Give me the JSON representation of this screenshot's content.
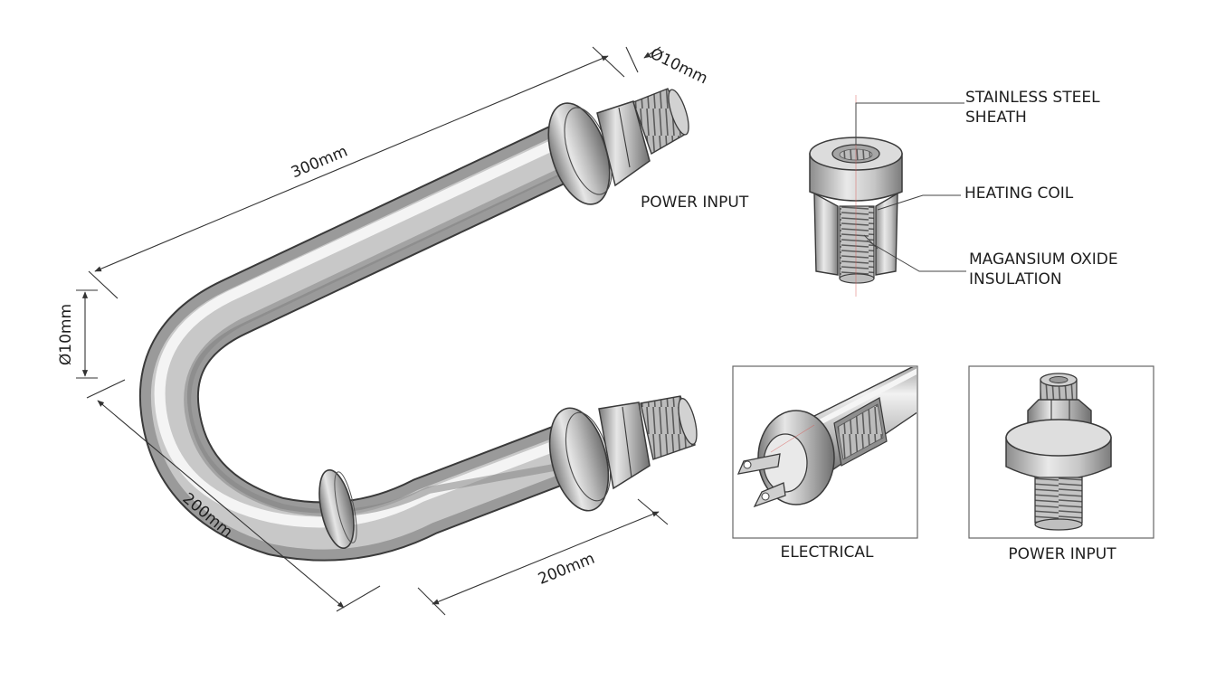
{
  "dimensions": {
    "length_top": "300mm",
    "diameter_top": "Ø10mm",
    "diameter_left": "Ø10mm",
    "length_left": "200mm",
    "length_bottom": "200mm"
  },
  "labels": {
    "power_input_main": "POWER INPUT",
    "sheath_line1": "STAINLESS STEEL",
    "sheath_line2": "SHEATH",
    "heating_coil": "HEATING COIL",
    "insulation_line1": "MAGANSIUM OXIDE",
    "insulation_line2": "INSULATION"
  },
  "detail_views": {
    "electrical_caption": "ELECTRICAL",
    "power_input_caption": "POWER INPUT"
  },
  "colors": {
    "metal_light": "#f2f2f2",
    "metal_mid": "#b9b9b9",
    "metal_dark": "#6e6e6e",
    "line": "#333333",
    "accent_red": "#d9534f"
  }
}
